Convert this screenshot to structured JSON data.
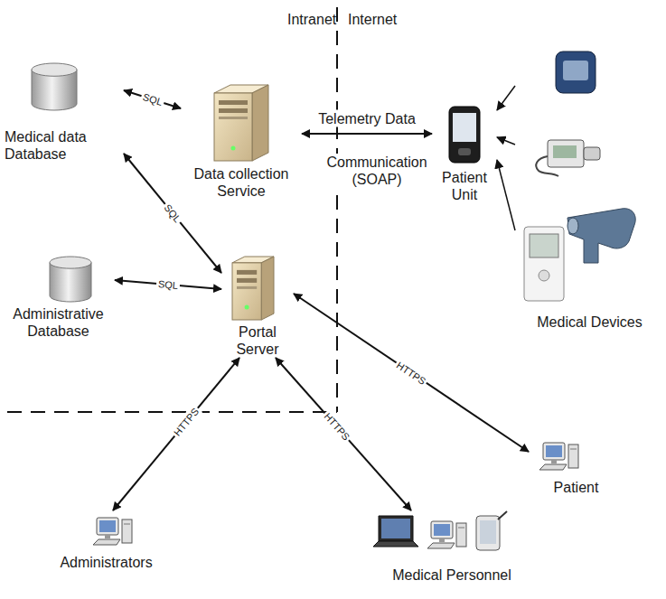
{
  "diagram": {
    "nodes": [
      {
        "text": [
          "Medical data Database"
        ]
      },
      {
        "text": [
          "Data collection Service"
        ]
      },
      {
        "text": [
          "Patient Unit"
        ]
      },
      {
        "text": [
          "Administrative Database"
        ]
      },
      {
        "text": [
          "Portal Server"
        ]
      },
      {
        "text": [
          "Medical Devices"
        ]
      },
      {
        "text": [
          "Patient"
        ]
      },
      {
        "text": [
          "Administrators"
        ]
      },
      {
        "text": [
          "Medical Personnel"
        ]
      }
    ],
    "edges": [
      {
        "from": 0,
        "to": 1,
        "label": "SQL",
        "arrow": "both"
      },
      {
        "from": 1,
        "to": 2,
        "label": "Telemetry Data",
        "arrow": "both"
      },
      {
        "from": 0,
        "to": 4,
        "label": "SQL",
        "arrow": "both"
      },
      {
        "from": 3,
        "to": 4,
        "label": "SQL",
        "arrow": "both"
      },
      {
        "from": 4,
        "to": 6,
        "label": "HTTPS",
        "arrow": "both"
      },
      {
        "from": 4,
        "to": 7,
        "label": "HTTPS",
        "arrow": "both"
      },
      {
        "from": 4,
        "to": 8,
        "label": "HTTPS",
        "arrow": "both"
      },
      {
        "from": 5,
        "to": 2,
        "arrow": "to"
      }
    ],
    "labels": [
      "Intranet",
      "Internet",
      "Communication (SOAP)"
    ]
  }
}
